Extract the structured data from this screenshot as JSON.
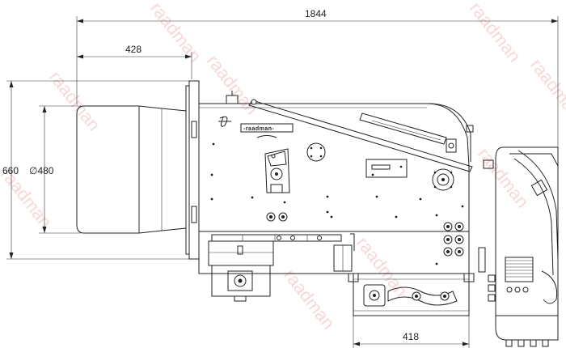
{
  "dimensions": {
    "overall_length": "1844",
    "blast_tube_length": "428",
    "height": "660",
    "tube_diameter": "∅480",
    "base_width": "418"
  },
  "brand_plate": "-raadman-",
  "watermark": "raadman",
  "colors": {
    "line": "#222222",
    "watermark": "#f2b8b8",
    "background": "#ffffff"
  }
}
